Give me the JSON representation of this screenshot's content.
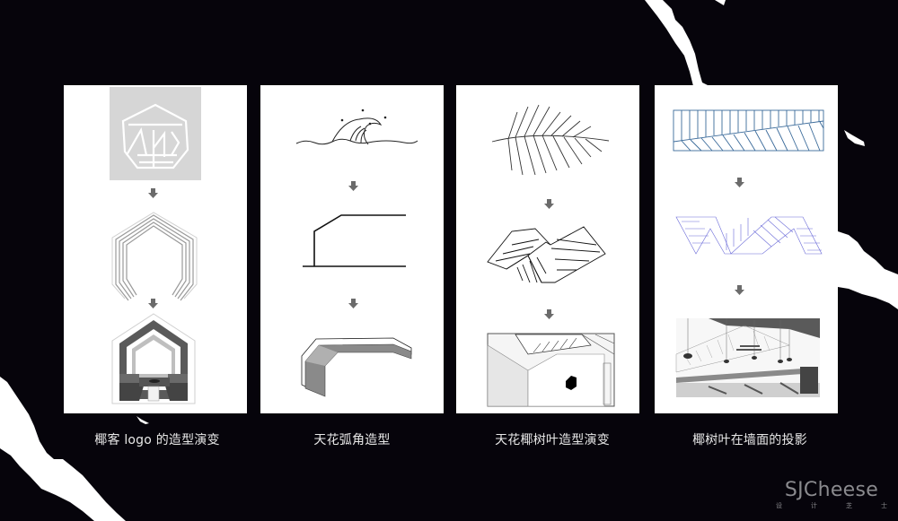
{
  "panels": [
    {
      "id": "logo-evolution",
      "caption": "椰客 logo 的造型演变",
      "steps": [
        "logo-mark",
        "hexagon-frame",
        "booth-seating"
      ]
    },
    {
      "id": "ceiling-arc",
      "caption": "天花弧角造型",
      "steps": [
        "wave-sketch",
        "profile-line",
        "ceiling-volume"
      ]
    },
    {
      "id": "coconut-leaf-ceiling",
      "caption": "天花椰树叶造型演变",
      "steps": [
        "palm-leaf-sketch",
        "folded-leaf-planes",
        "ceiling-render"
      ]
    },
    {
      "id": "leaf-wall-projection",
      "caption": "椰树叶在墙面的投影",
      "steps": [
        "striped-band",
        "zigzag-band",
        "interior-render"
      ]
    }
  ],
  "arrow_glyph": "⬇",
  "watermark": {
    "brand": "SJCheese",
    "sub": [
      "设",
      "计",
      "芝",
      "士"
    ]
  },
  "colors": {
    "background": "#06040b",
    "panel": "#ffffff",
    "logo_tile": "#d6d6d6",
    "blue_line": "#3a6a9a",
    "violet_line": "#6a6ad8",
    "caption_text": "#e8e8e8",
    "watermark_text": "#8a8a8e"
  }
}
